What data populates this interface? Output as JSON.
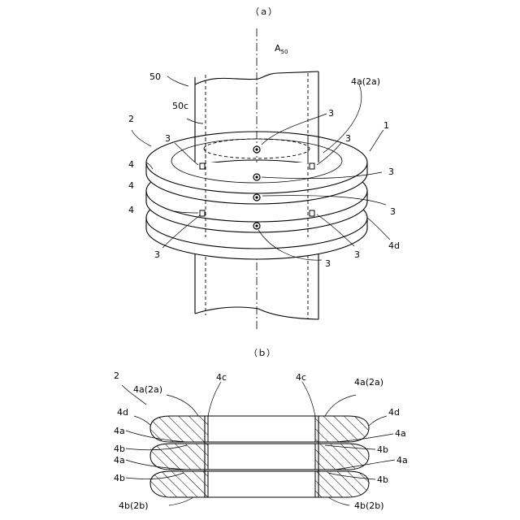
{
  "figure_a": {
    "caption": "（ａ）",
    "axis_label": "A",
    "axis_label_sub": "50",
    "pole_label": "50",
    "pole_surface_label": "50c",
    "assembly_label": "2",
    "device_label": "1",
    "disc_label": "4",
    "upper_face_label": "4a(2a)",
    "edge_label": "4d",
    "connector_label": "3"
  },
  "figure_b": {
    "caption": "（ｂ）",
    "assembly_label": "2",
    "top_face_label": "4a(2a)",
    "bottom_face_label": "4b(2b)",
    "inner_face_label": "4c",
    "edge_label": "4d",
    "upper_surface_label": "4a",
    "lower_surface_label": "4b"
  }
}
